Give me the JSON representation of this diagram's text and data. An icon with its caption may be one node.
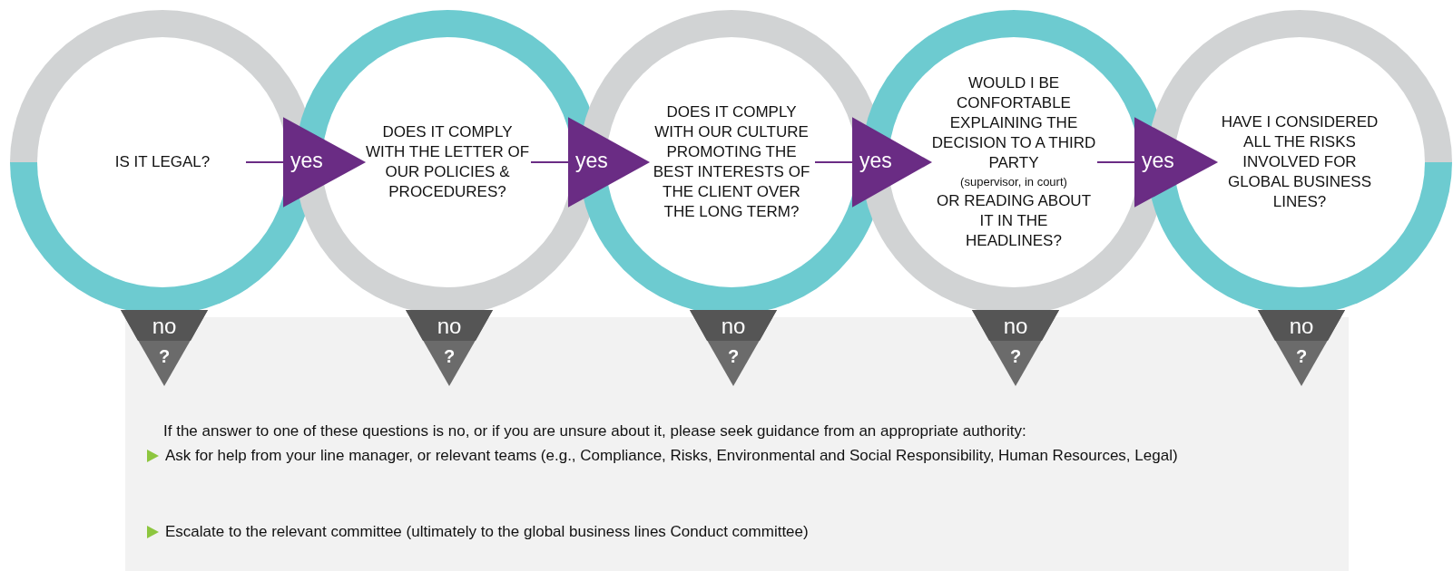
{
  "diagram": {
    "nodes": [
      {
        "text": [
          "IS IT LEGAL?"
        ]
      },
      {
        "text": [
          "DOES IT COMPLY WITH THE LETTER OF OUR POLICIES & PROCEDURES?"
        ]
      },
      {
        "text": [
          "DOES IT COMPLY WITH OUR CULTURE PROMOTING THE BEST INTERESTS OF THE CLIENT OVER THE LONG TERM?"
        ]
      },
      {
        "text": [
          "WOULD I BE CONFORTABLE EXPLAINING THE DECISION TO A THIRD PARTY",
          "(supervisor, in court)",
          "OR READING ABOUT IT IN THE HEADLINES?"
        ]
      },
      {
        "text": [
          "HAVE I CONSIDERED ALL THE RISKS INVOLVED FOR GLOBAL BUSINESS LINES?"
        ]
      },
      {
        "text": [
          "no",
          "?"
        ]
      },
      {
        "text": [
          "no",
          "?"
        ]
      },
      {
        "text": [
          "no",
          "?"
        ]
      },
      {
        "text": [
          "no",
          "?"
        ]
      },
      {
        "text": [
          "no",
          "?"
        ]
      },
      {
        "text": [
          "If the answer to one of these questions is no, or if you are unsure about it, please seek guidance from an appropriate authority:",
          "Ask for help from your line manager, or relevant teams (e.g., Compliance, Risks, Environmental and Social Responsibility, Human Resources, Legal)",
          "Escalate to the relevant committee (ultimately to the global business lines Conduct committee)"
        ]
      }
    ],
    "edges": [
      {
        "from": 0,
        "to": 1,
        "arrow": "to",
        "label": "yes"
      },
      {
        "from": 1,
        "to": 2,
        "arrow": "to",
        "label": "yes"
      },
      {
        "from": 2,
        "to": 3,
        "arrow": "to",
        "label": "yes"
      },
      {
        "from": 3,
        "to": 4,
        "arrow": "to",
        "label": "yes"
      }
    ]
  }
}
